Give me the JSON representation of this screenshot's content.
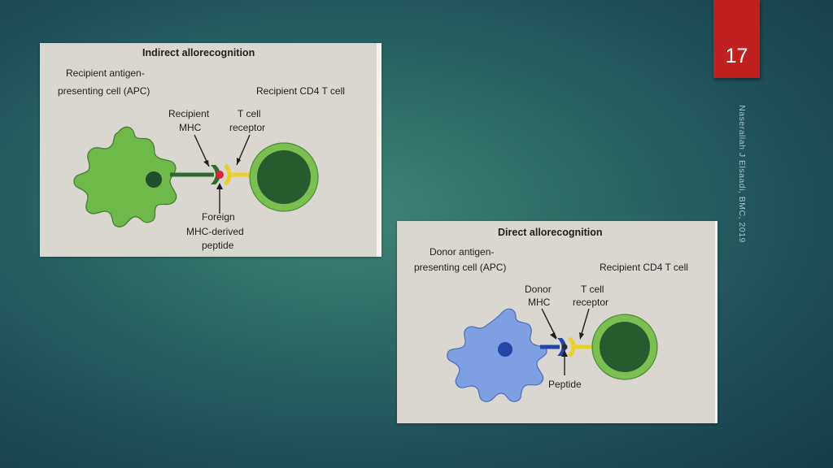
{
  "slide": {
    "number": "17",
    "citation": "Naserallah J Elsaadi, BMC, 2019"
  },
  "indirect": {
    "title": "Indirect allorecognition",
    "apc_label_1": "Recipient antigen-",
    "apc_label_2": "presenting cell (APC)",
    "tcell_label": "Recipient CD4 T cell",
    "mhc_label_1": "Recipient",
    "mhc_label_2": "MHC",
    "tcr_label_1": "T cell",
    "tcr_label_2": "receptor",
    "peptide_label_1": "Foreign",
    "peptide_label_2": "MHC-derived",
    "peptide_label_3": "peptide"
  },
  "direct": {
    "title": "Direct allorecognition",
    "apc_label_1": "Donor antigen-",
    "apc_label_2": "presenting cell (APC)",
    "tcell_label": "Recipient CD4 T cell",
    "mhc_label_1": "Donor",
    "mhc_label_2": "MHC",
    "tcr_label_1": "T cell",
    "tcr_label_2": "receptor",
    "peptide_label": "Peptide"
  },
  "colors": {
    "recipient_apc": "#6fb94a",
    "donor_apc": "#7f9fe3",
    "t_cell_ring": "#79c050",
    "t_cell_core": "#245c30",
    "tcr": "#e9d12c",
    "foreign_peptide": "#d8262c"
  }
}
